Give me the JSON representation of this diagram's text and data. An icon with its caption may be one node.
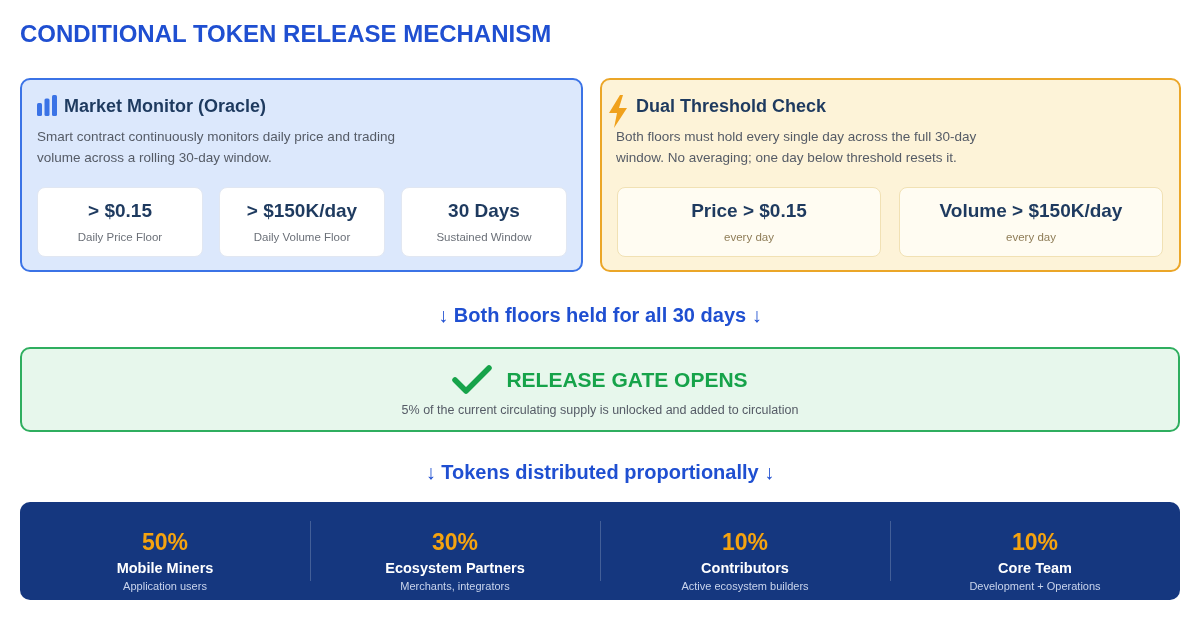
{
  "diagram": {
    "title": "CONDITIONAL TOKEN RELEASE MECHANISM",
    "nodes": [
      {
        "text": [
          "Market Monitor (Oracle)",
          "Smart contract continuously monitors daily price and trading volume across a rolling 30-day window."
        ]
      },
      {
        "text": [
          "> $0.15",
          "Daily Price Floor"
        ],
        "in": 0
      },
      {
        "text": [
          "> $150K/day",
          "Daily Volume Floor"
        ],
        "in": 0
      },
      {
        "text": [
          "30 Days",
          "Sustained Window"
        ],
        "in": 0
      },
      {
        "text": [
          "Dual Threshold Check",
          "Both floors must hold every single day across the full 30-day window. No averaging; one day below threshold resets it."
        ]
      },
      {
        "text": [
          "Price > $0.15",
          "every day"
        ],
        "in": 4
      },
      {
        "text": [
          "Volume > $150K/day",
          "every day"
        ],
        "in": 4
      },
      {
        "text": [
          "RELEASE GATE OPENS",
          "5% of the current circulating supply is unlocked and added to circulation"
        ]
      },
      {
        "text": [
          "50%",
          "Mobile Miners",
          "Application users",
          "30%",
          "Ecosystem Partners",
          "Merchants, integrators",
          "10%",
          "Contributors",
          "Active ecosystem builders",
          "10%",
          "Core Team",
          "Development + Operations"
        ]
      }
    ],
    "labels": [
      "↓ Both floors held for all 30 days ↓",
      "↓ Tokens distributed proportionally ↓"
    ]
  }
}
